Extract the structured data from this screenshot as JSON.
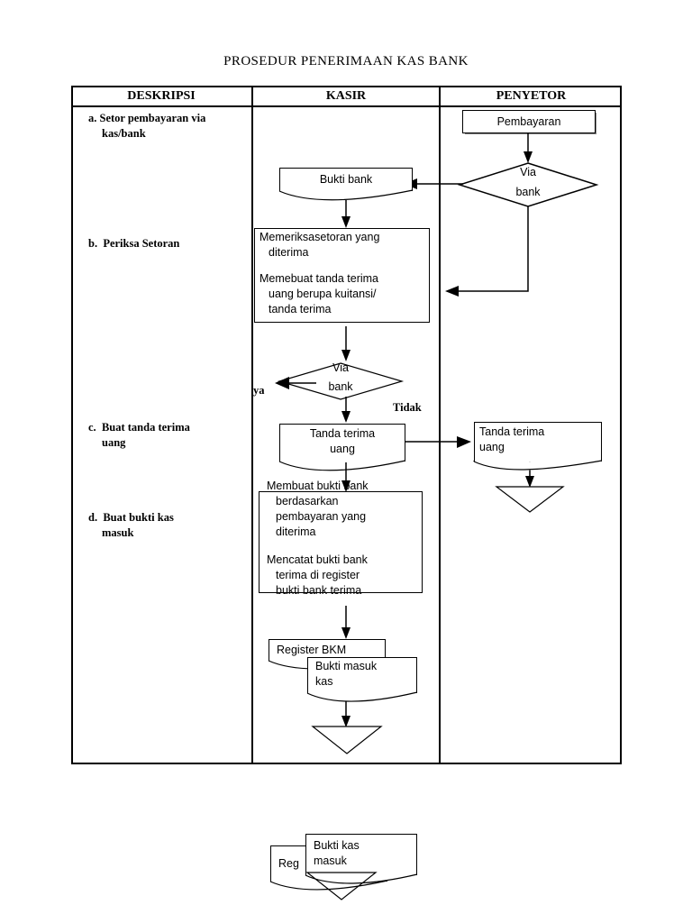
{
  "title": "PROSEDUR PENERIMAAN KAS BANK",
  "columns": [
    {
      "key": "deskripsi",
      "label": "DESKRIPSI"
    },
    {
      "key": "kasir",
      "label": "KASIR"
    },
    {
      "key": "penyetor",
      "label": "PENYETOR"
    }
  ],
  "descriptions": [
    {
      "marker": "a.",
      "line1": "Setor pembayaran via",
      "line2": "kas/bank"
    },
    {
      "marker": "b.",
      "line1": "Periksa Setoran",
      "line2": ""
    },
    {
      "marker": "c.",
      "line1": "Buat tanda terima",
      "line2": "uang"
    },
    {
      "marker": "d.",
      "line1": "Buat bukti kas",
      "line2": "masuk"
    }
  ],
  "penyetor": {
    "pembayaran": "Pembayaran",
    "via_bank_l1": "Via",
    "via_bank_l2": "bank",
    "tanda_terima_l1": "Tanda terima",
    "tanda_terima_l2": "uang"
  },
  "kasir": {
    "bukti_bank": "Bukti bank",
    "periksa_l1": "Memeriksasetoran yang",
    "periksa_l2": "diterima",
    "periksa_l3": "Memebuat tanda terima",
    "periksa_l4": "uang berupa kuitansi/",
    "periksa_l5": "tanda terima",
    "via_bank_l1": "Via",
    "via_bank_l2": "bank",
    "ya_label": "ya",
    "tidak_label": "Tidak",
    "tanda_terima_l1": "Tanda terima",
    "tanda_terima_l2": "uang",
    "buat_l1": "Membuat bukti bank",
    "buat_l2": "berdasarkan",
    "buat_l3": "pembayaran yang",
    "buat_l4": "diterima",
    "buat_l5": "Mencatat bukti bank",
    "buat_l6": "terima di register",
    "buat_l7": "bukti bank terima",
    "register_bkm": "Register BKM",
    "bukti_masuk_l1": "Bukti masuk",
    "bukti_masuk_l2": "kas"
  },
  "bottom": {
    "register_partial": "Reg",
    "bukti_kas_l1": "Bukti kas",
    "bukti_kas_l2": "masuk"
  }
}
